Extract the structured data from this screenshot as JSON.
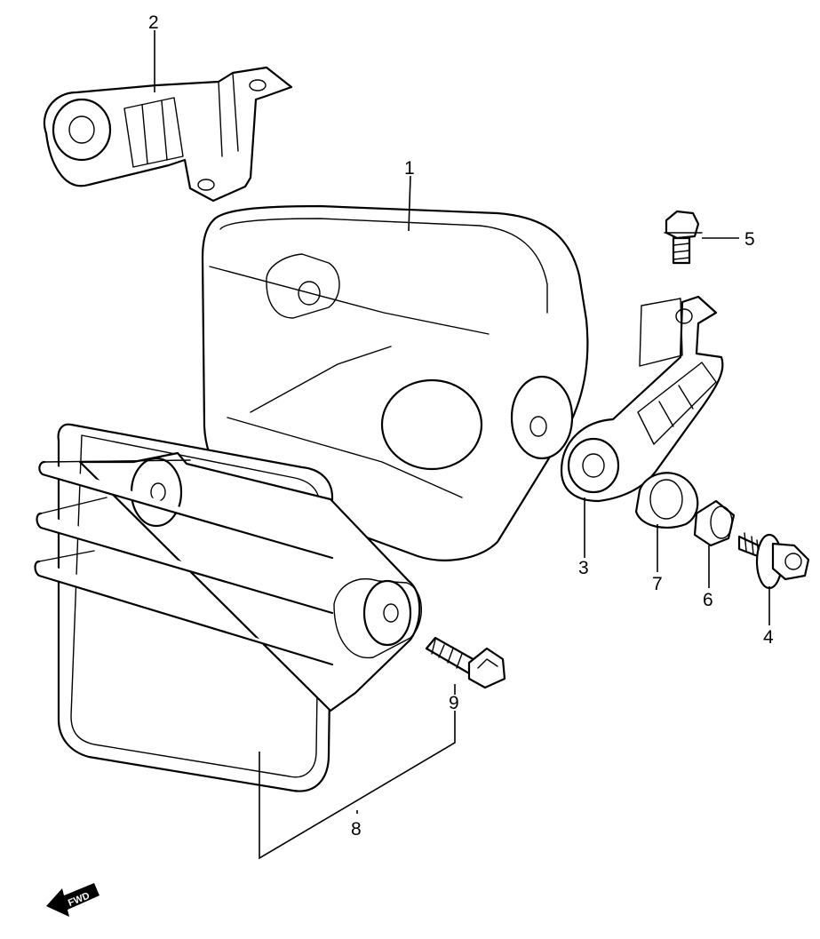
{
  "callouts": {
    "c1": "1",
    "c2": "2",
    "c3": "3",
    "c4": "4",
    "c5": "5",
    "c6": "6",
    "c7": "7",
    "c8": "8",
    "c9": "9"
  },
  "direction_badge": {
    "text": "FWD",
    "icon": "forward-arrow-icon"
  },
  "colors": {
    "line": "#000000",
    "background": "#ffffff"
  }
}
